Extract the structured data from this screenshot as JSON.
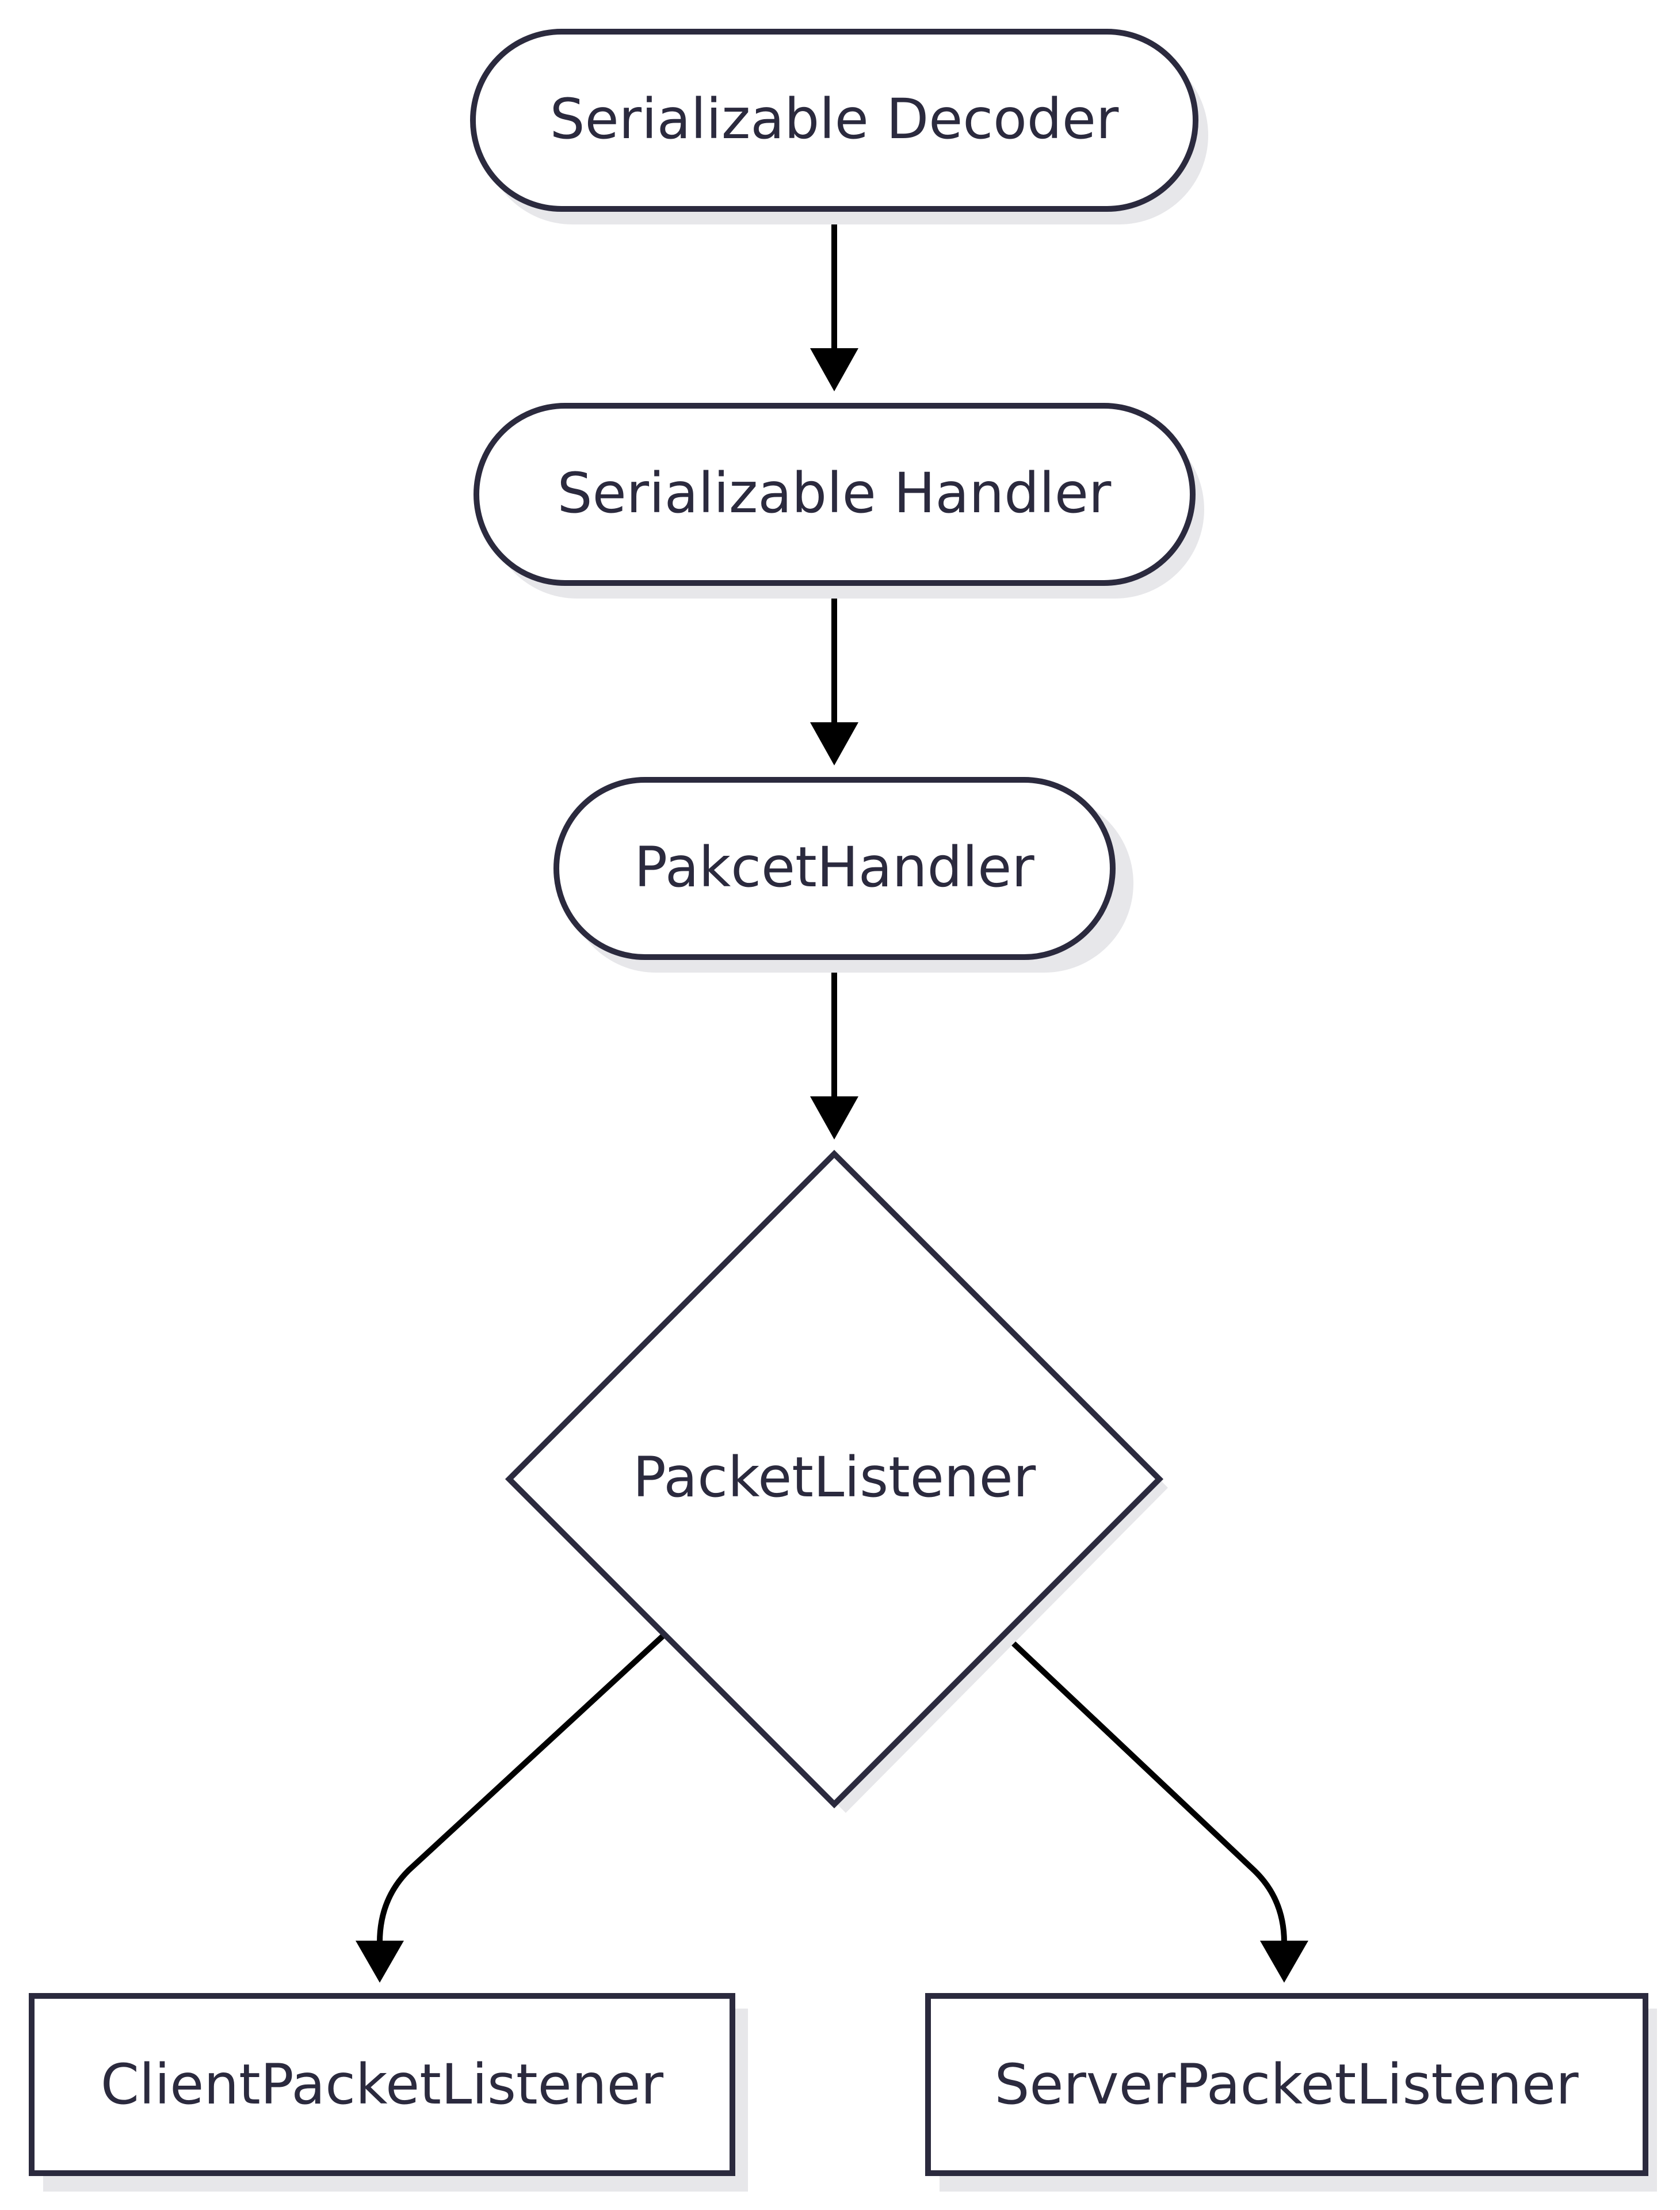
{
  "nodes": {
    "serializable_decoder": {
      "label": "Serializable Decoder",
      "shape": "stadium"
    },
    "serializable_handler": {
      "label": "Serializable Handler",
      "shape": "stadium"
    },
    "packet_handler": {
      "label": "PakcetHandler",
      "shape": "stadium"
    },
    "packet_listener": {
      "label": "PacketListener",
      "shape": "diamond"
    },
    "client_packet_listener": {
      "label": "ClientPacketListener",
      "shape": "rectangle"
    },
    "server_packet_listener": {
      "label": "ServerPacketListener",
      "shape": "rectangle"
    }
  },
  "edges": [
    {
      "from": "serializable_decoder",
      "to": "serializable_handler"
    },
    {
      "from": "serializable_handler",
      "to": "packet_handler"
    },
    {
      "from": "packet_handler",
      "to": "packet_listener"
    },
    {
      "from": "packet_listener",
      "to": "client_packet_listener"
    },
    {
      "from": "packet_listener",
      "to": "server_packet_listener"
    }
  ],
  "colors": {
    "node_stroke": "#2b2a3e",
    "node_fill": "#ffffff",
    "node_shadow": "#e7e7ea",
    "edge": "#000000",
    "text": "#2b2a3e",
    "background": "#ffffff"
  }
}
